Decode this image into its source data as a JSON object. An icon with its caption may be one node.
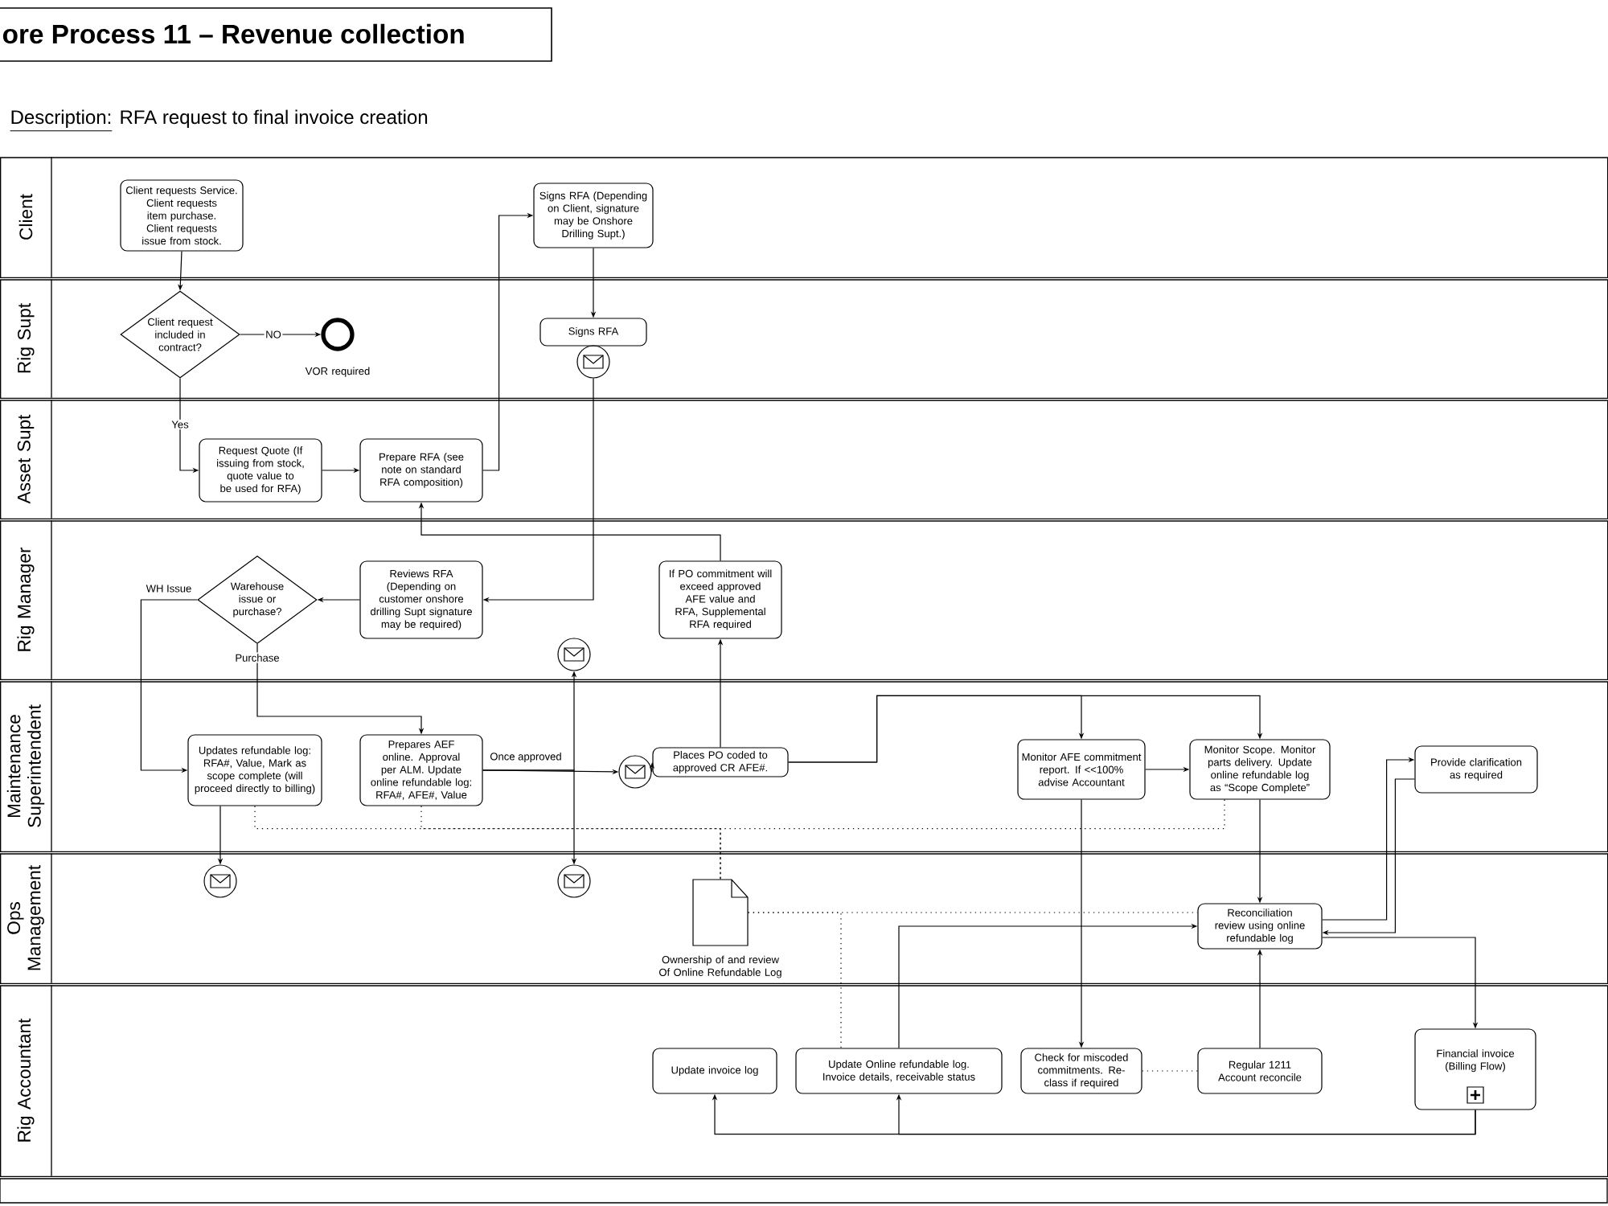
{
  "diagram": {
    "title": "ore Process 11 – Revenue collection",
    "nodes": [
      {
        "text": [
          "Client"
        ]
      },
      {
        "text": [
          "Rig Supt"
        ]
      },
      {
        "text": [
          "Asset Supt"
        ]
      },
      {
        "text": [
          "Rig Manager"
        ]
      },
      {
        "text": [
          "Maintenance Superintendent"
        ]
      },
      {
        "text": [
          "Ops Management"
        ]
      },
      {
        "text": [
          "Rig Accountant"
        ]
      },
      {
        "text": [
          "Client requests Service. Client requests item purchase. Client requests issue from stock."
        ],
        "in": 0
      },
      {
        "text": [
          "Signs RFA (Depending on Client, signature may be Onshore Drilling Supt.)"
        ],
        "in": 0
      },
      {
        "text": [
          "Client request included in contract?"
        ],
        "in": 1
      },
      {
        "text": [],
        "shape": "circle",
        "beside": [
          "VOR required"
        ],
        "in": 1
      },
      {
        "text": [
          "Signs RFA"
        ],
        "in": 1
      },
      {
        "text": [],
        "shape": "circle",
        "in": 1
      },
      {
        "text": [
          "Request Quote (If issuing from stock, quote value to be used for RFA)"
        ],
        "in": 2
      },
      {
        "text": [
          "Prepare RFA (see note on standard RFA composition)"
        ],
        "in": 2
      },
      {
        "text": [
          "Warehouse issue or purchase?"
        ],
        "in": 3
      },
      {
        "text": [
          "Reviews RFA (Depending on customer onshore drilling Supt signature may be required)"
        ],
        "in": 3
      },
      {
        "text": [],
        "shape": "circle",
        "in": 3
      },
      {
        "text": [
          "If PO commitment will exceed approved AFE value and RFA, Supplemental RFA required"
        ],
        "in": 3
      },
      {
        "text": [
          "Updates refundable log: RFA#, Value, Mark as scope complete (will proceed directly to billing)"
        ],
        "in": 4
      },
      {
        "text": [
          "Prepares AEF online. Approval per ALM. Update online refundable log: RFA#, AFE#, Value"
        ],
        "in": 4
      },
      {
        "text": [],
        "shape": "circle",
        "in": 4
      },
      {
        "text": [
          "Places PO coded to approved CR AFE#."
        ],
        "in": 4
      },
      {
        "text": [
          "Monitor AFE commitment report. If <<100% advise Accountant"
        ],
        "in": 4
      },
      {
        "text": [
          "Monitor Scope. Monitor parts delivery. Update online refundable log as “Scope Complete”"
        ],
        "in": 4
      },
      {
        "text": [
          "Provide clarification as required"
        ],
        "in": 4
      },
      {
        "text": [],
        "shape": "circle",
        "in": 5
      },
      {
        "text": [],
        "shape": "circle",
        "in": 5
      },
      {
        "text": [],
        "shape": "document",
        "beside": [
          "Ownership of and review Of Online Refundable Log"
        ],
        "in": 5
      },
      {
        "text": [
          "Reconciliation review using online refundable log"
        ],
        "in": 5
      },
      {
        "text": [
          "Update invoice log"
        ],
        "in": 6
      },
      {
        "text": [
          "Update Online refundable log. Invoice details, receivable status"
        ],
        "in": 6
      },
      {
        "text": [
          "Check for miscoded commitments. Re-class if required"
        ],
        "in": 6
      },
      {
        "text": [
          "Regular 1211 Account reconcile"
        ],
        "in": 6
      },
      {
        "text": [
          "Financial invoice (Billing Flow)"
        ],
        "in": 6
      }
    ],
    "edges": [
      {
        "from": 7,
        "to": 9,
        "arrow": "to"
      },
      {
        "from": 9,
        "to": 10,
        "arrow": "to",
        "label": "NO"
      },
      {
        "from": 9,
        "to": 13,
        "arrow": "to",
        "label": "Yes"
      },
      {
        "from": 13,
        "to": 14,
        "arrow": "to"
      },
      {
        "from": 14,
        "to": 8,
        "arrow": "to"
      },
      {
        "from": 8,
        "to": 11,
        "arrow": "to"
      },
      {
        "from": 12,
        "to": 16,
        "arrow": "to"
      },
      {
        "from": 16,
        "to": 15,
        "arrow": "to"
      },
      {
        "from": 15,
        "to": 19,
        "arrow": "to",
        "label": "WH Issue"
      },
      {
        "from": 15,
        "to": 20,
        "arrow": "to",
        "label": "Purchase"
      },
      {
        "from": 18,
        "to": 14,
        "arrow": "to"
      },
      {
        "from": 20,
        "to": 21,
        "arrow": "to",
        "label": "Once approved"
      },
      {
        "from": 20,
        "to": 17,
        "arrow": "to"
      },
      {
        "from": 20,
        "to": 27,
        "arrow": "to"
      },
      {
        "from": 21,
        "to": 22,
        "arrow": "to"
      },
      {
        "from": 22,
        "to": 18,
        "arrow": "to"
      },
      {
        "from": 22,
        "to": 23,
        "arrow": "to"
      },
      {
        "from": 22,
        "to": 24,
        "arrow": "to"
      },
      {
        "from": 23,
        "to": 24,
        "arrow": "to"
      },
      {
        "from": 23,
        "to": 32,
        "arrow": "to"
      },
      {
        "from": 24,
        "to": 29,
        "arrow": "to"
      },
      {
        "from": 29,
        "to": 25,
        "arrow": "to"
      },
      {
        "from": 25,
        "to": 29,
        "arrow": "to"
      },
      {
        "from": 29,
        "to": 34,
        "arrow": "to"
      },
      {
        "from": 33,
        "to": 29,
        "arrow": "to"
      },
      {
        "from": 31,
        "to": 29,
        "arrow": "to"
      },
      {
        "from": 34,
        "to": 31,
        "arrow": "to"
      },
      {
        "from": 34,
        "to": 30,
        "arrow": "to"
      },
      {
        "from": 19,
        "to": 26,
        "arrow": "to"
      },
      {
        "from": 19,
        "to": 28,
        "arrow": "none",
        "style": "dashed"
      },
      {
        "from": 20,
        "to": 28,
        "arrow": "none",
        "style": "dashed"
      },
      {
        "from": 24,
        "to": 28,
        "arrow": "none",
        "style": "dashed"
      },
      {
        "from": 28,
        "to": 29,
        "arrow": "none",
        "style": "dashed"
      },
      {
        "from": 28,
        "to": 31,
        "arrow": "none",
        "style": "dashed"
      },
      {
        "from": 32,
        "to": 33,
        "arrow": "none",
        "style": "dashed"
      }
    ],
    "labels": [
      "Description:",
      "RFA request to final invoice creation"
    ]
  }
}
